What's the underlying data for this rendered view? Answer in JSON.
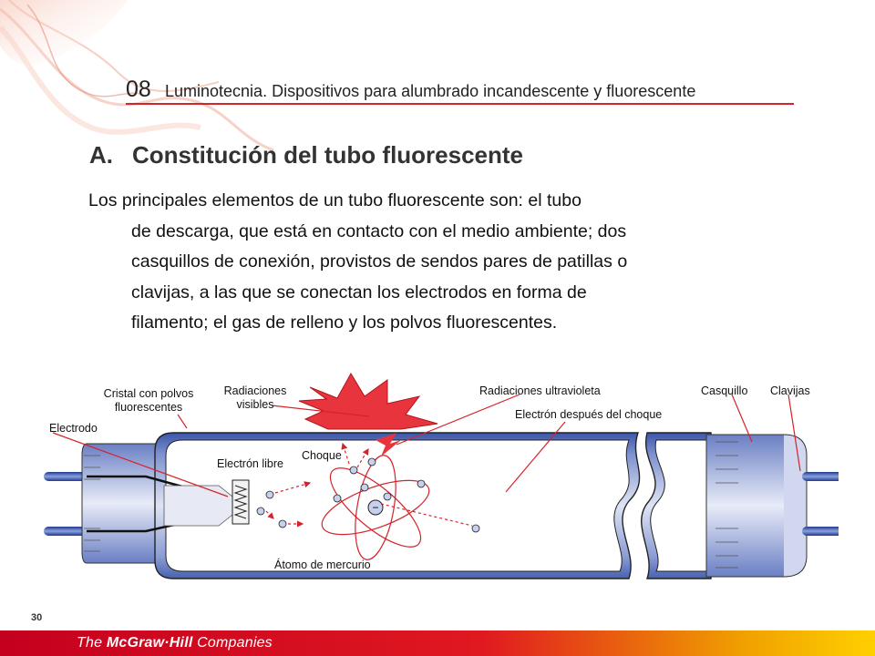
{
  "header": {
    "chapter_number": "08",
    "chapter_title": "Luminotecnia. Dispositivos para alumbrado incandescente y fluorescente"
  },
  "section": {
    "letter": "A.",
    "title": "Constitución del tubo fluorescente"
  },
  "paragraph": {
    "lines": [
      "Los principales elementos de un tubo fluorescente son: el tubo",
      "de descarga, que está en contacto con el medio ambiente; dos",
      "casquillos de conexión, provistos de sendos pares de patillas o",
      "clavijas, a las que se conectan los electrodos en forma de",
      "filamento; el gas de relleno y los polvos fluorescentes."
    ]
  },
  "diagram": {
    "labels": {
      "cristal": "Cristal con polvos\nfluorescentes",
      "radiaciones_visibles": "Radiaciones\nvisibles",
      "radiaciones_ultravioleta": "Radiaciones ultravioleta",
      "casquillo": "Casquillo",
      "clavijas": "Clavijas",
      "electrodo": "Electrodo",
      "electron_despues": "Electrón después del choque",
      "choque": "Choque",
      "electron_libre": "Electrón libre",
      "atomo": "Átomo de mercurio"
    },
    "colors": {
      "accent_red": "#d5232b",
      "tube_blue": "#4a64b4",
      "tube_light": "#d8def2"
    }
  },
  "footer": {
    "page_number": "30",
    "brand_prefix": "The",
    "brand_name": "McGraw·Hill",
    "brand_suffix": "Companies"
  }
}
